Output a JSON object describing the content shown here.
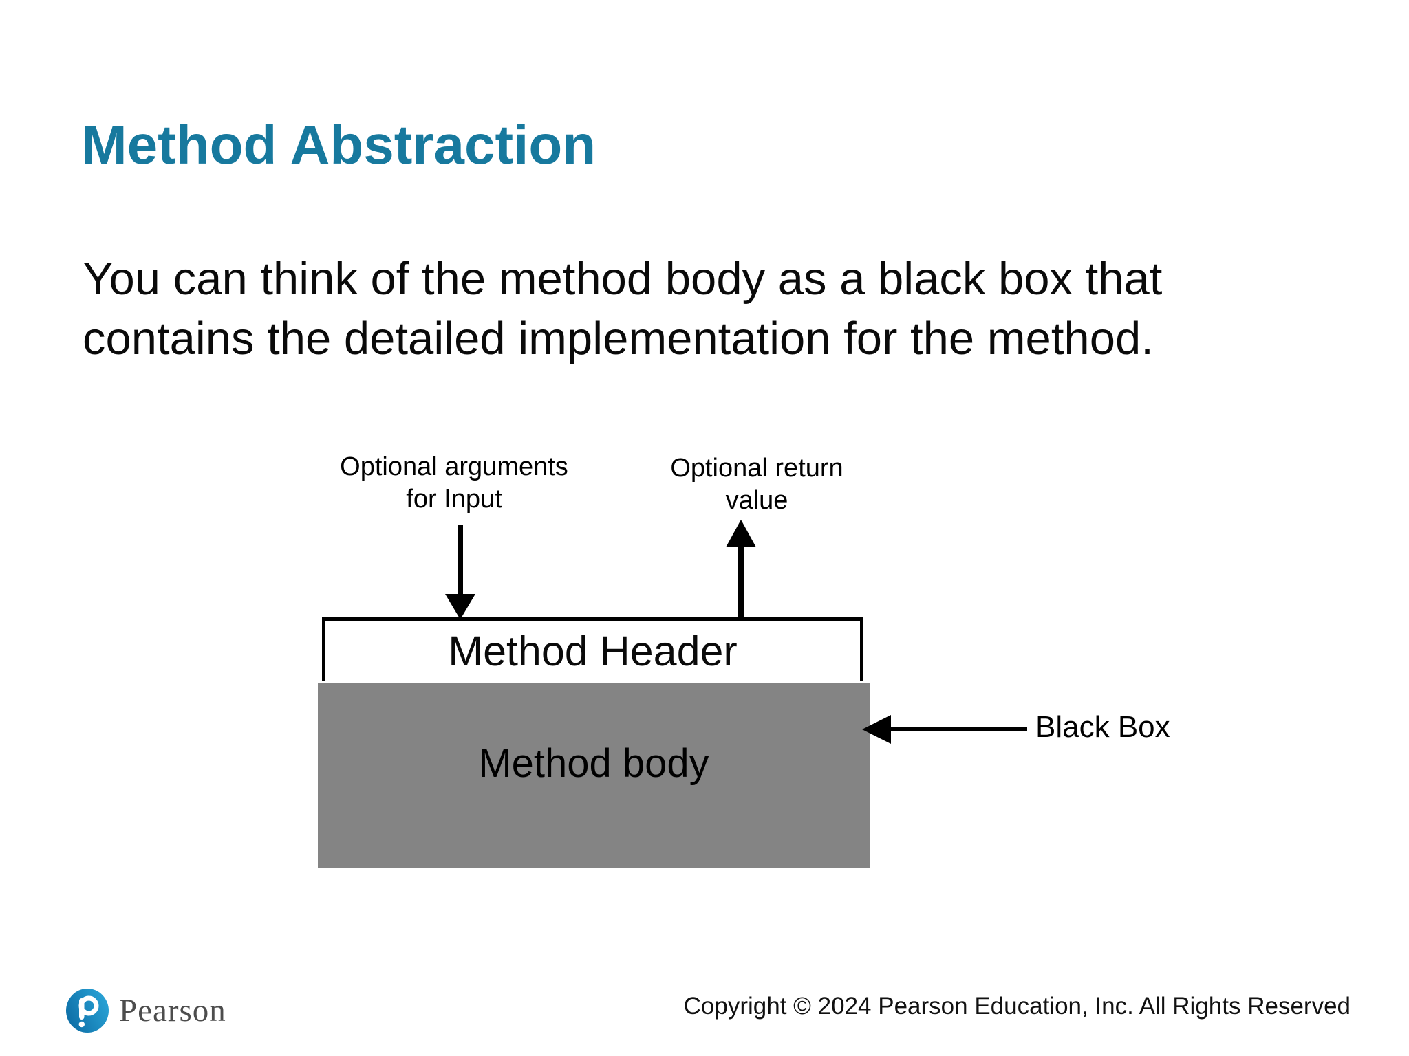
{
  "slide": {
    "title": "Method Abstraction",
    "body_line1": "You can think of the method body as a black box that",
    "body_line2": "contains the detailed implementation for the method.",
    "diagram": {
      "arguments_label_line1": "Optional arguments",
      "arguments_label_line2": "for Input",
      "return_label_line1": "Optional return",
      "return_label_line2": "value",
      "header_box_label": "Method Header",
      "body_box_label": "Method body",
      "black_box_label": "Black Box"
    },
    "footer": {
      "brand": "Pearson",
      "copyright": "Copyright © 2024 Pearson Education, Inc. All Rights Reserved"
    },
    "colors": {
      "title_teal": "#17799E",
      "body_box_gray": "#848484",
      "diagram_black": "#000000",
      "logo_blue_dark": "#0D6EA6",
      "logo_blue_light": "#2BA5D8",
      "wordmark_gray": "#4D4D4D"
    }
  }
}
